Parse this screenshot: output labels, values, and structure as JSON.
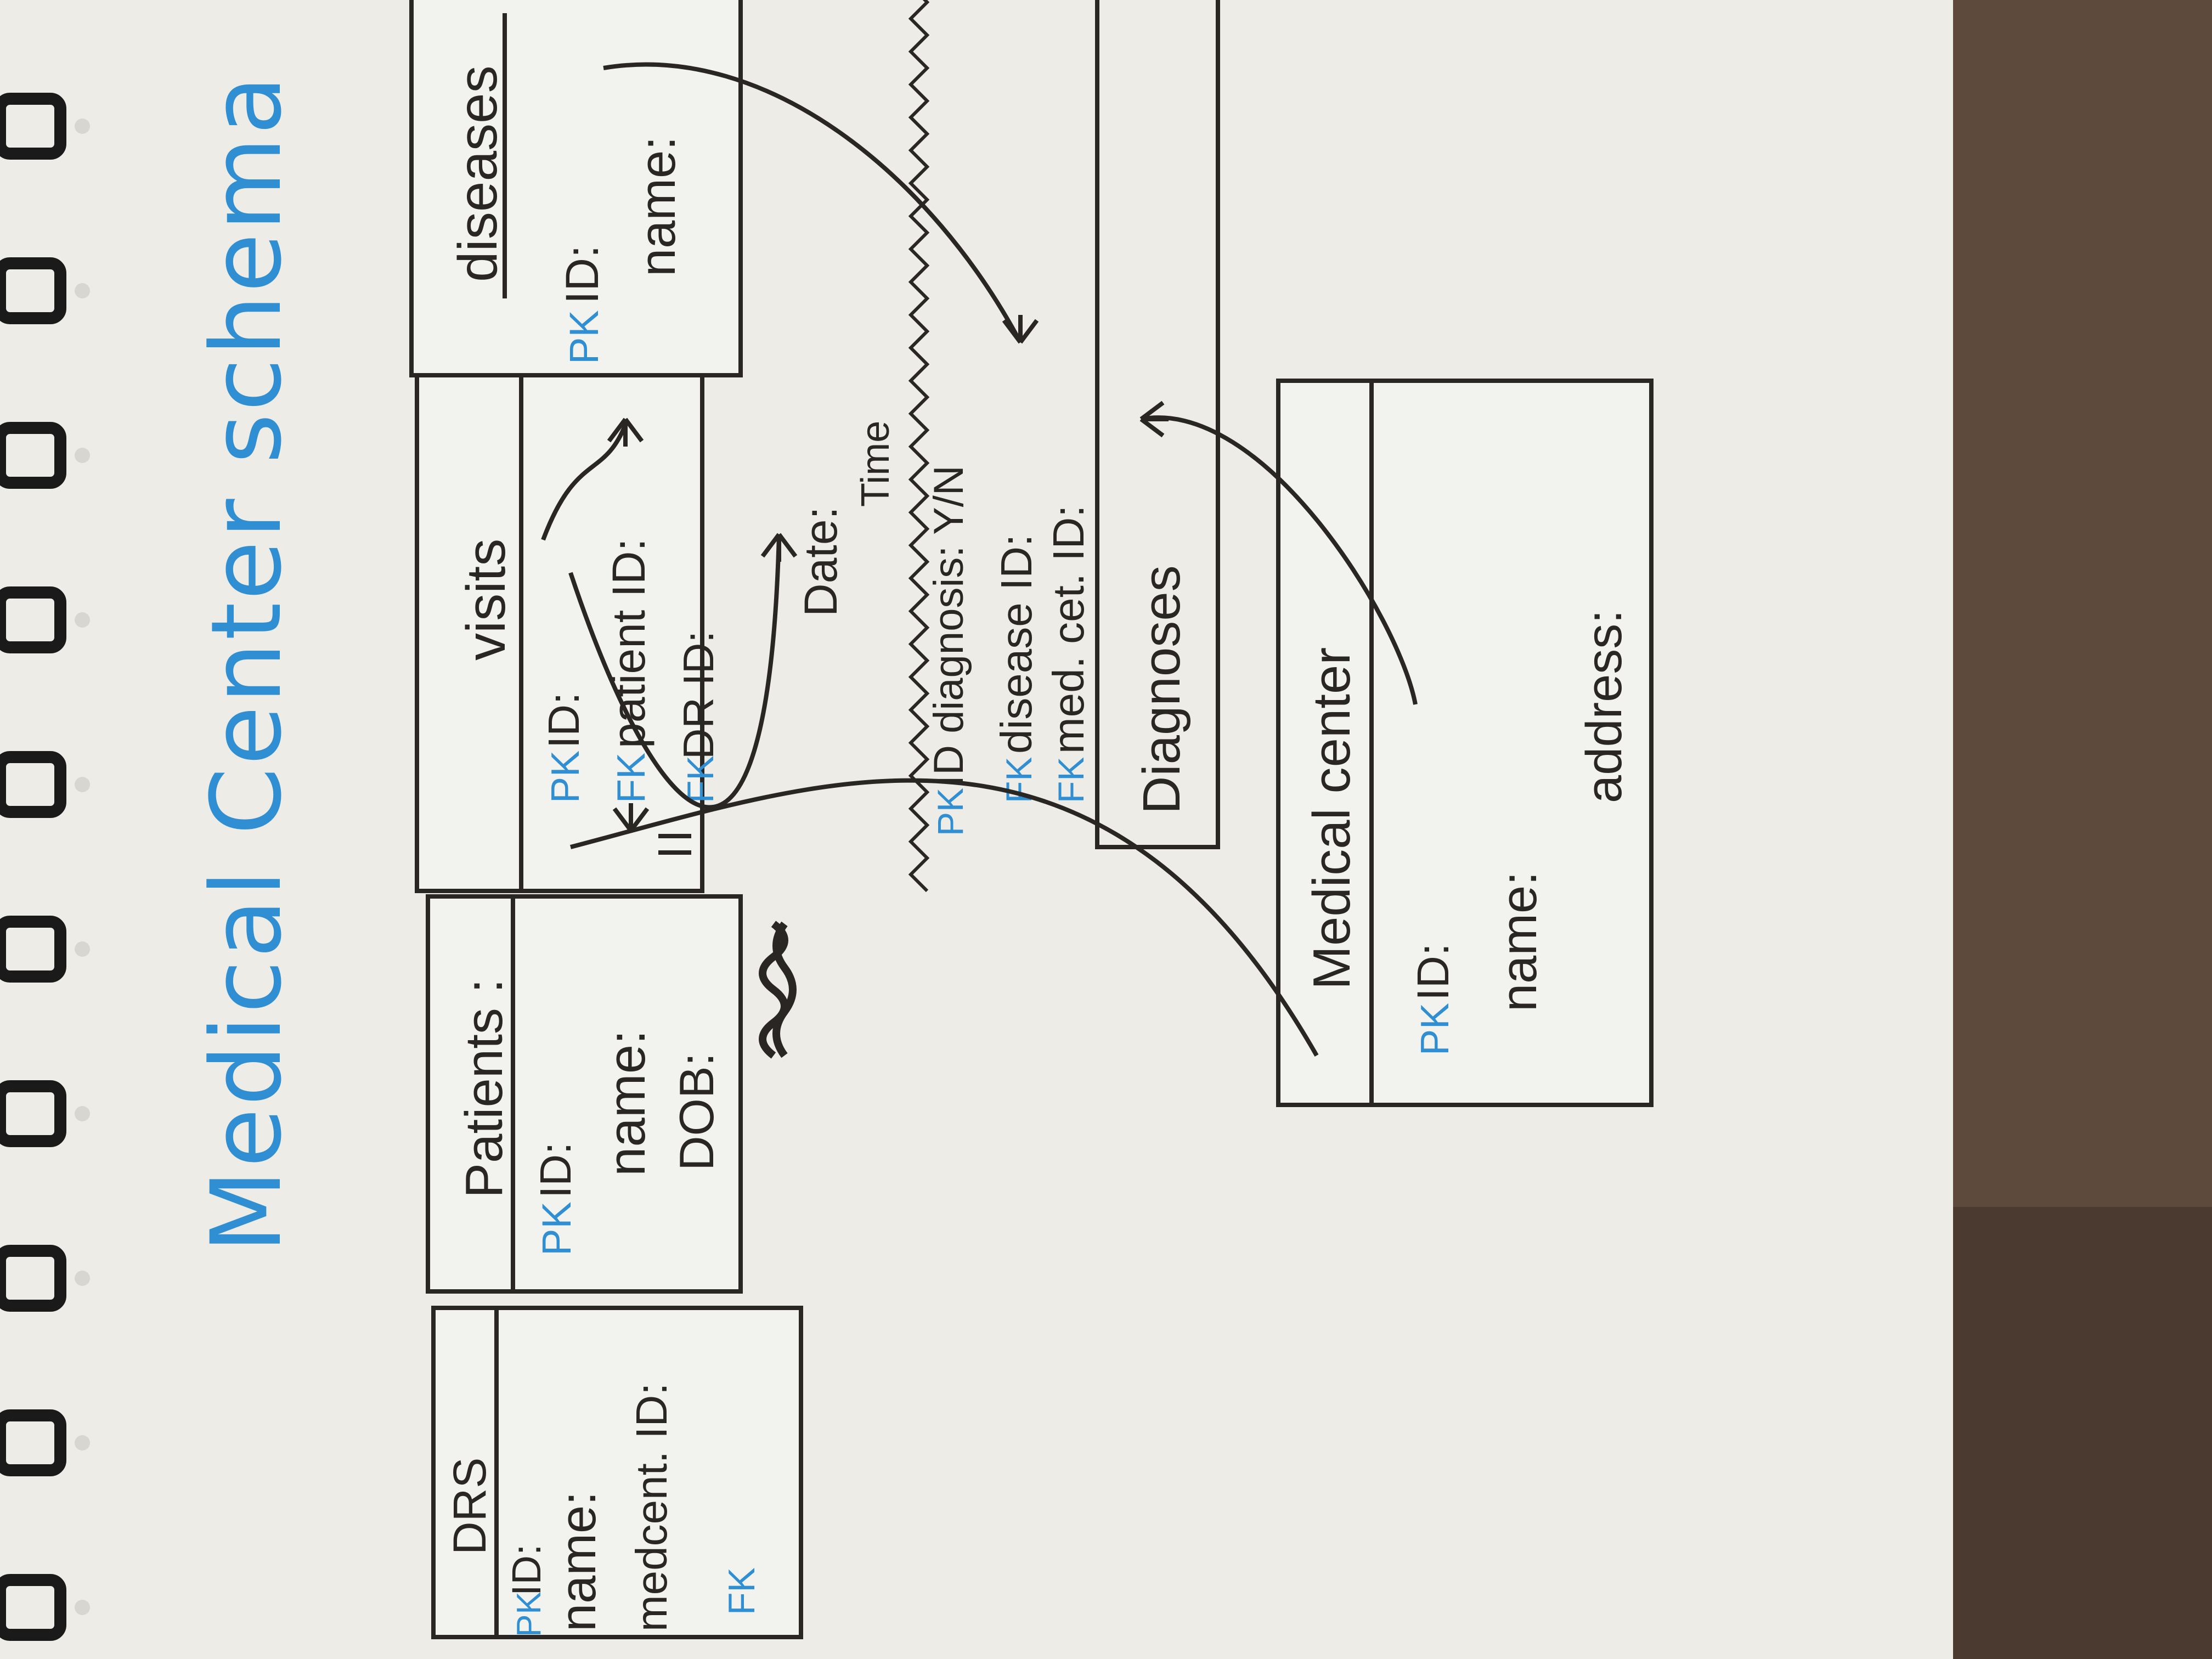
{
  "title": "Medical Center schema",
  "colors": {
    "ink": "#2a2624",
    "blue": "#2f8fd2",
    "paper": "#eeece7",
    "table_bg": "#f2f2ef",
    "desk": "#5e4a3d"
  },
  "icons": [
    "spiral-binding-ring-icon",
    "crows-foot-many-icon",
    "one-mark-icon"
  ],
  "tables": {
    "patients": {
      "title": "Patients :",
      "fields": [
        {
          "key": "PK",
          "label": "ID:"
        },
        {
          "key": "",
          "label": "name:"
        },
        {
          "key": "",
          "label": "DOB:"
        }
      ]
    },
    "visits": {
      "title": "visits",
      "fields": [
        {
          "key": "PK",
          "label": "ID:"
        },
        {
          "key": "FK",
          "label": "patient ID:"
        },
        {
          "key": "FK",
          "label": "DR ID:"
        },
        {
          "key": "",
          "label": "Date:"
        }
      ],
      "section_title": "Diagnoses",
      "section_fields": [
        {
          "key": "PK",
          "label": "ID diagnosis: Y/N"
        },
        {
          "key": "FK",
          "label": "disease ID:"
        },
        {
          "key": "FK",
          "label": "med. cet. ID:"
        }
      ]
    },
    "diseases": {
      "title": "diseases",
      "fields": [
        {
          "key": "PK",
          "label": "ID:"
        },
        {
          "key": "",
          "label": "name:"
        }
      ]
    },
    "drs": {
      "title": "DRS",
      "fields": [
        {
          "key": "PK",
          "label": "ID:"
        },
        {
          "key": "",
          "label": "name:"
        },
        {
          "key": "",
          "label": "medcent. ID:"
        },
        {
          "key": "FK",
          "label": ""
        }
      ]
    },
    "medical_center": {
      "title": "Medical center",
      "fields": [
        {
          "key": "PK",
          "label": "ID:"
        },
        {
          "key": "",
          "label": "name:"
        },
        {
          "key": "",
          "label": "address:"
        }
      ]
    }
  }
}
